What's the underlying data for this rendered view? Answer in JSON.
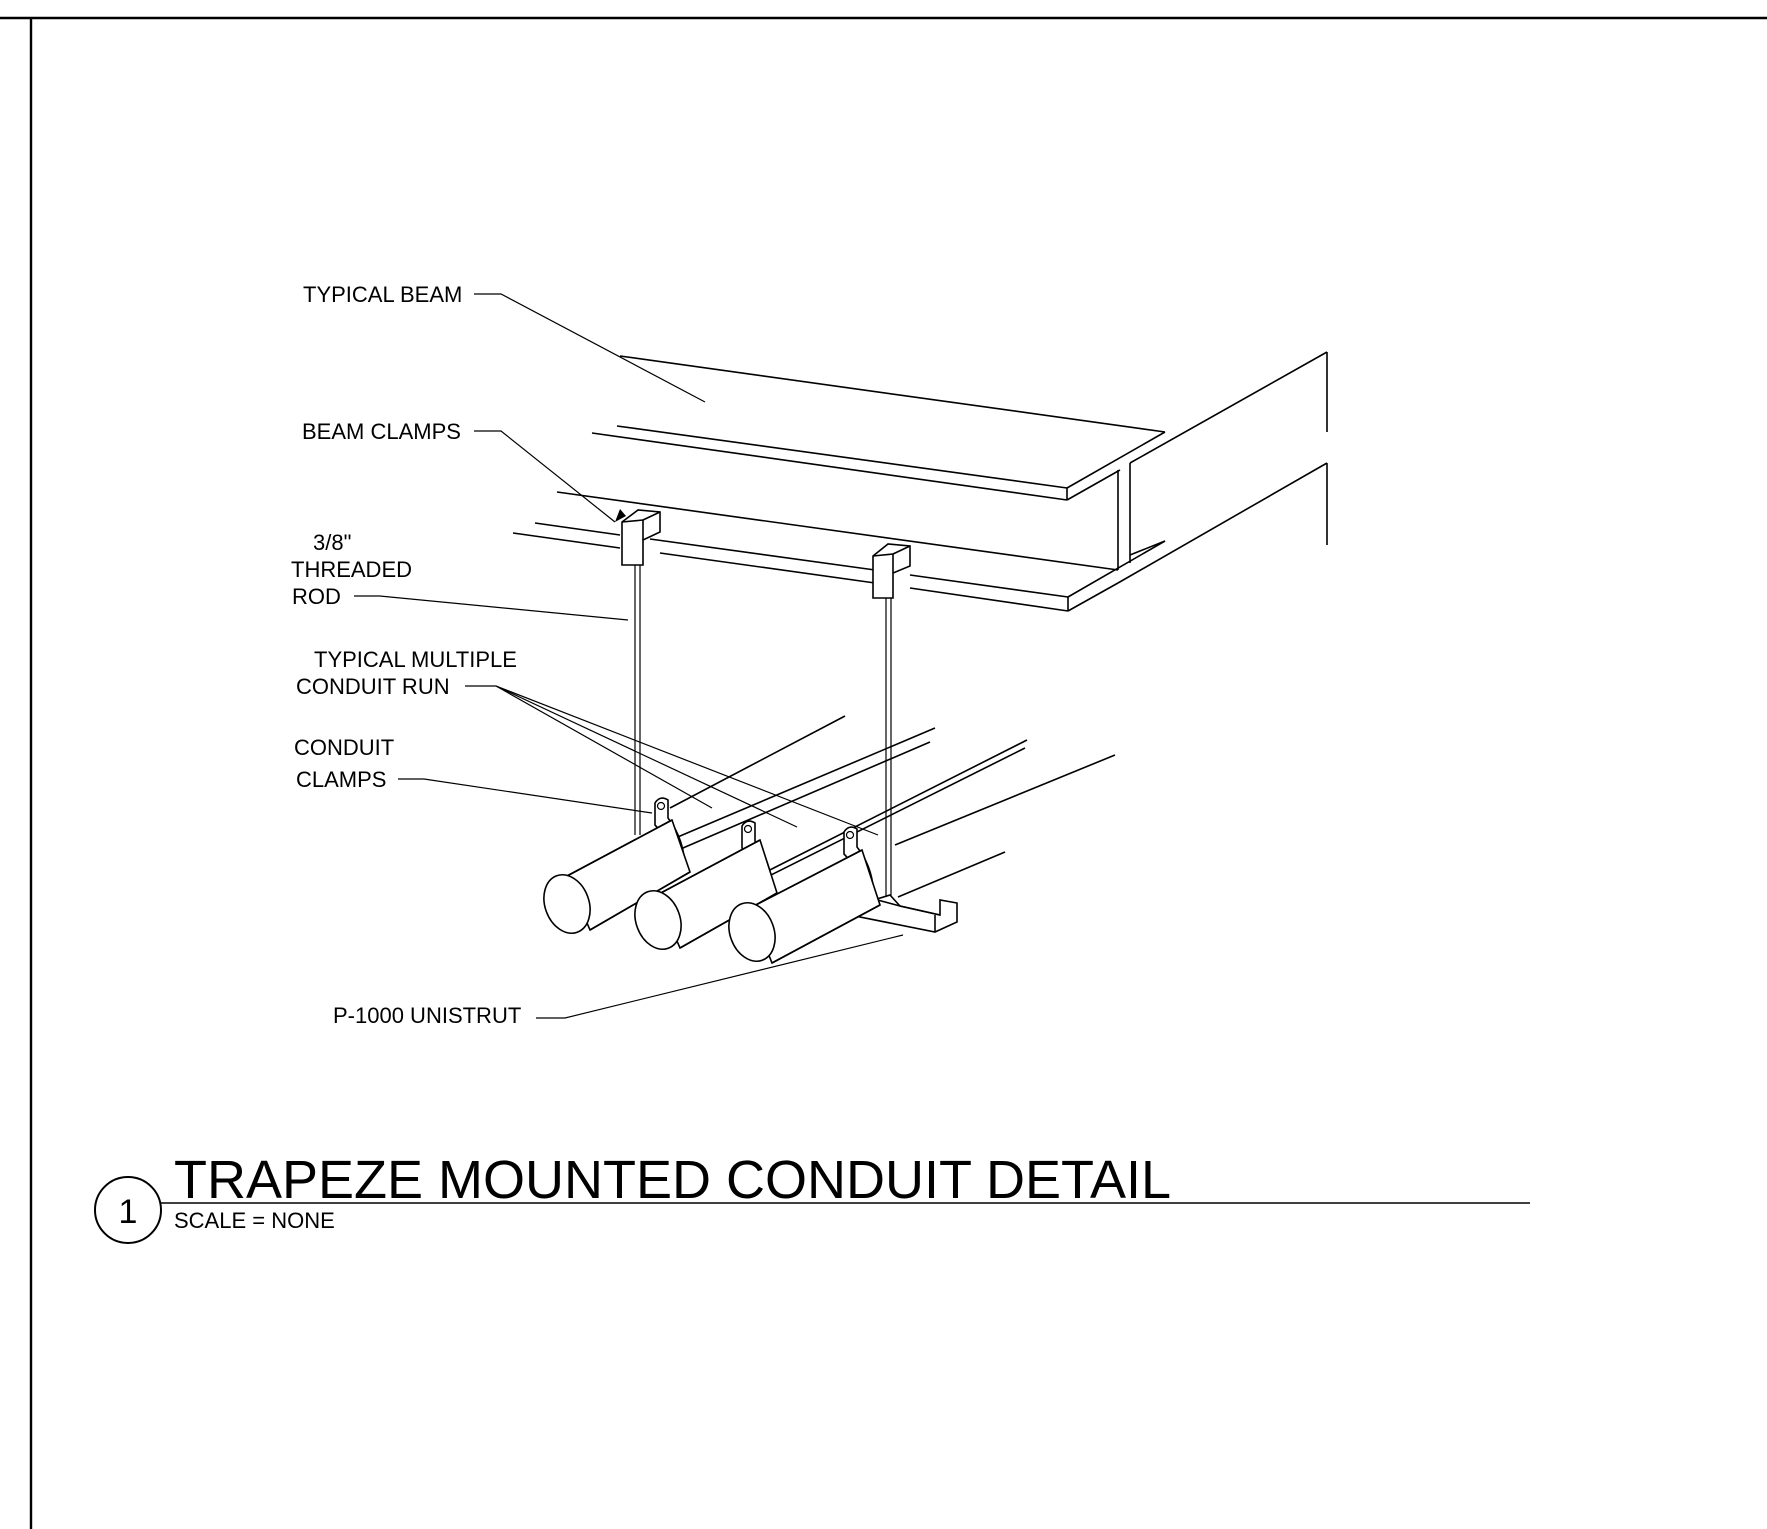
{
  "drawing": {
    "detail_number": "1",
    "title": "TRAPEZE MOUNTED CONDUIT DETAIL",
    "scale": "SCALE = NONE"
  },
  "labels": {
    "typical_beam": "TYPICAL BEAM",
    "beam_clamps": "BEAM CLAMPS",
    "threaded_rod_line1": "3/8\"",
    "threaded_rod_line2": "THREADED",
    "threaded_rod_line3": "ROD",
    "conduit_run_line1": "TYPICAL MULTIPLE",
    "conduit_run_line2": "CONDUIT RUN",
    "conduit_clamps_line1": "CONDUIT",
    "conduit_clamps_line2": "CLAMPS",
    "unistrut": "P-1000 UNISTRUT"
  }
}
